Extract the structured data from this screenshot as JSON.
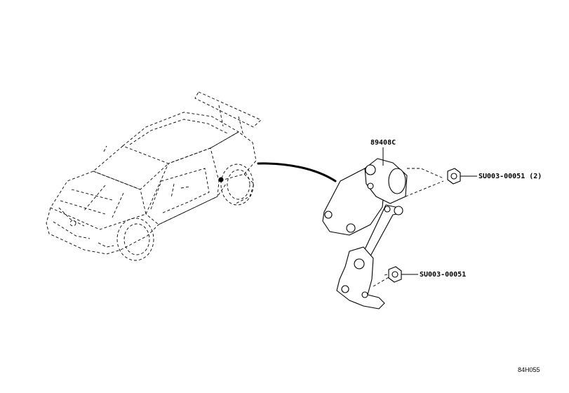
{
  "parts": {
    "main_part_number": "89408C",
    "fastener_upper": "SU003-00051 (2)",
    "fastener_lower": "SU003-00051"
  },
  "diagram_code": "84H055"
}
